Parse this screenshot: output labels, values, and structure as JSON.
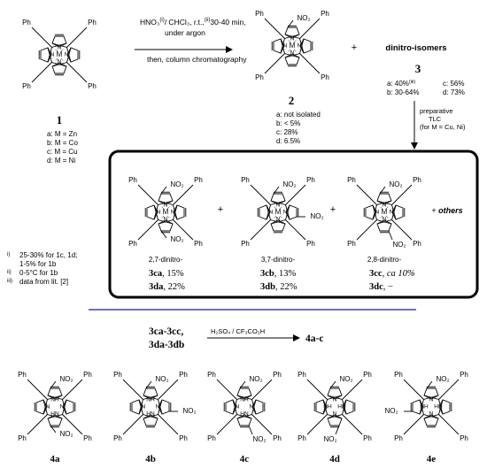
{
  "scheme": {
    "reaction1": {
      "conditions": [
        "HNO₃",
        "/ CHCl₃, r.t.,",
        "30-40 min,",
        "under argon",
        "then, column chromatography"
      ],
      "plus": "+",
      "byproduct": "dinitro-isomers",
      "sup_i": "(i)",
      "sup_ii": "(ii)"
    },
    "compound1": {
      "label": "1",
      "entries": [
        "a:  M = Zn",
        "b:  M = Co",
        "c:  M = Cu",
        "d:  M = Ni"
      ]
    },
    "compound2": {
      "label": "2",
      "yields": [
        "a:  not isolated",
        "b:  < 5%",
        "c:  28%",
        "d:  6.5%"
      ]
    },
    "compound3": {
      "label": "3",
      "yields": [
        "a:  40%",
        "c:  56%",
        "b:  30-64%",
        "d:  73%"
      ],
      "a_sup": "(iii)"
    },
    "separation": [
      "preparative",
      "TLC",
      "(for M = Cu, Ni)"
    ],
    "isomers": [
      {
        "name": "2,7-dinitro-",
        "line1": "3ca",
        "val1": ", 15%",
        "line2": "3da",
        "val2": ", 22%"
      },
      {
        "name": "3,7-dinitro-",
        "line1": "3cb",
        "val1": ", 13%",
        "line2": "3db",
        "val2": ", 22%"
      },
      {
        "name": "2,8-dinitro-",
        "line1": "3cc",
        "val1": ", ca 10%",
        "line2": "3dc",
        "val2": ",  −"
      }
    ],
    "others": "others",
    "footnotes": [
      {
        "mark": "i)",
        "text": "25-30% for 1c, 1d;"
      },
      {
        "mark": "",
        "text": "1-5% for 1b"
      },
      {
        "mark": "ii)",
        "text": "0-5°C for 1b"
      },
      {
        "mark": "iii)",
        "text": "data from lit. [2]"
      }
    ],
    "reaction2": {
      "reactants_line1": "3ca-3cc,",
      "reactants_line2": "3da-3db",
      "conditions": "H₂SO₄ / CF₃CO₂H",
      "product": "4a-c"
    },
    "products": [
      "4a",
      "4b",
      "4c",
      "4d",
      "4e"
    ],
    "atoms": {
      "ph": "Ph",
      "no2": "NO₂",
      "metal": "M",
      "n": "N",
      "nh": "NH",
      "hn": "HN"
    },
    "colors": {
      "divider": "#1a1aa8",
      "box": "#000000"
    }
  }
}
